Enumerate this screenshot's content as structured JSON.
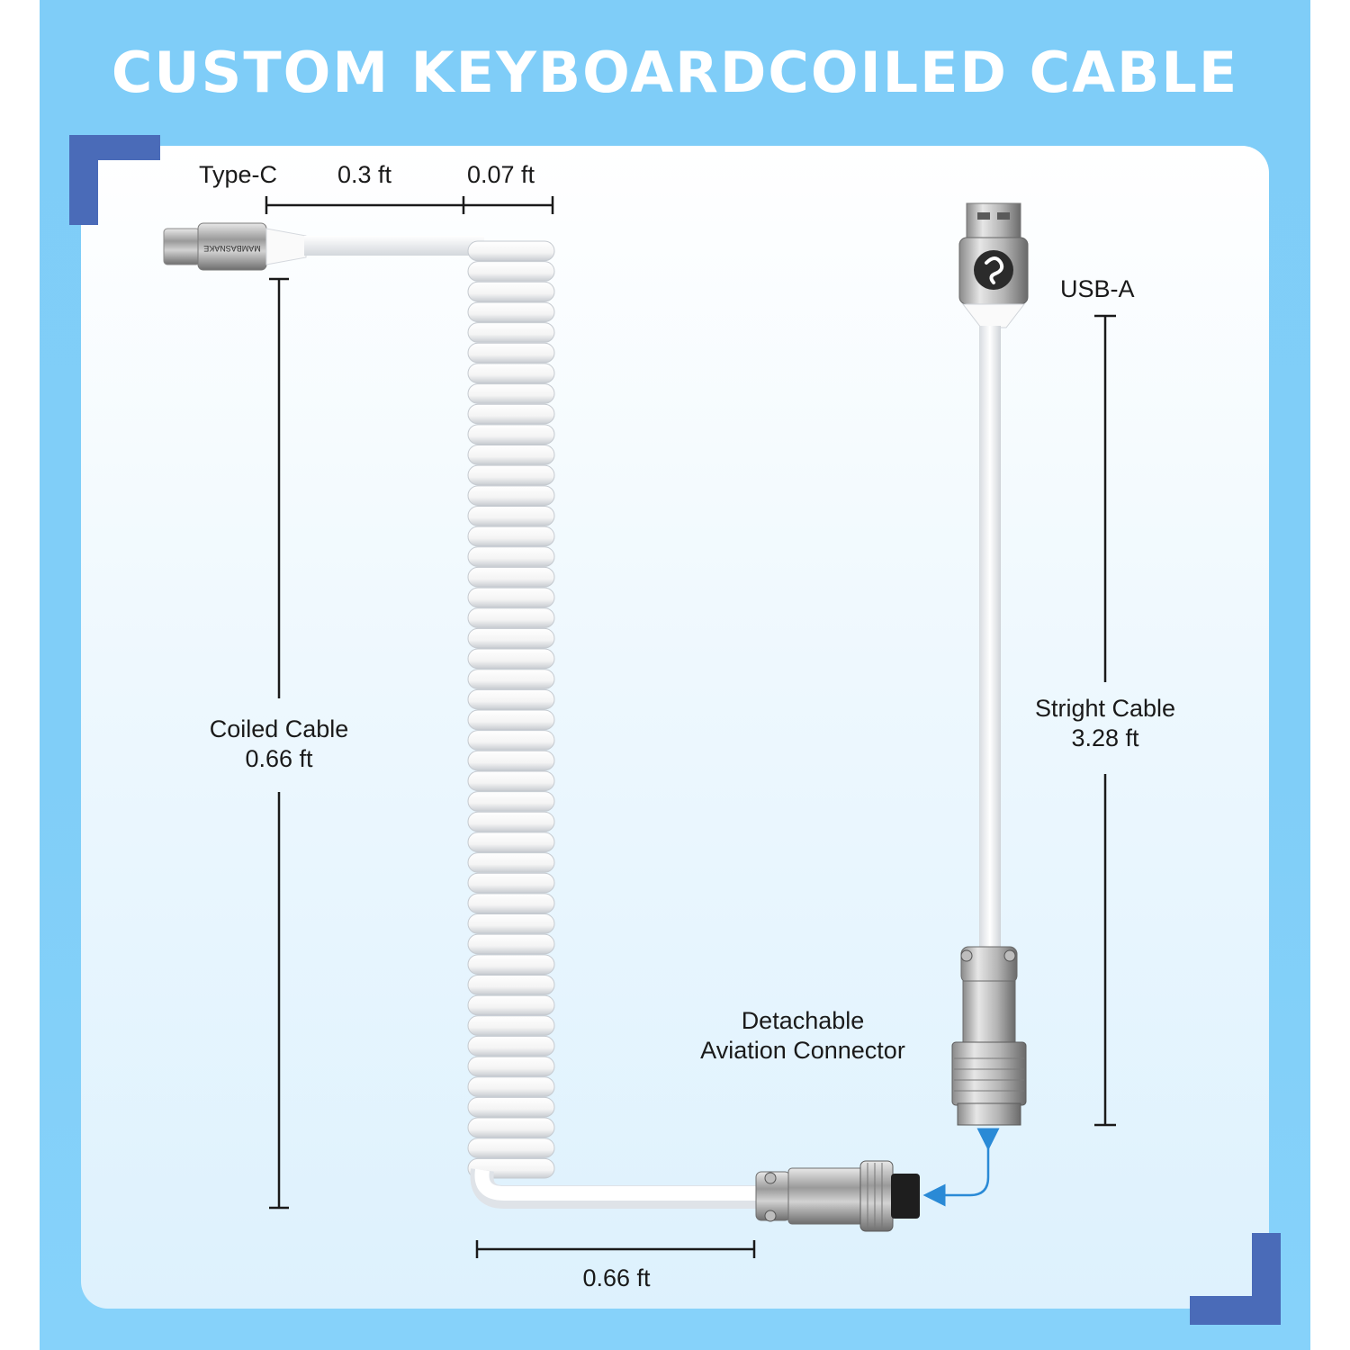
{
  "title": "CUSTOM KEYBOARDCOILED CABLE",
  "brand_print": "MAMBASNAKE",
  "colors": {
    "background": "#80cef8",
    "panel": "#f2faff",
    "corner_accent": "#4a6bb8",
    "arrow": "#2a8ad6",
    "cable": "#ffffff"
  },
  "labels": {
    "type_c": "Type-C",
    "plug_length": "0.3 ft",
    "strain_relief_length": "0.07 ft",
    "coiled_cable_name": "Coiled Cable",
    "coiled_cable_length": "0.66 ft",
    "tail_length": "0.66 ft",
    "usb_a": "USB-A",
    "straight_cable_name": "Stright Cable",
    "straight_cable_length": "3.28 ft",
    "connector_line1": "Detachable",
    "connector_line2": "Aviation Connector"
  },
  "icons": {
    "usb_a_logo": "snake-logo-icon",
    "connector_arrow": "double-arrow-icon"
  }
}
